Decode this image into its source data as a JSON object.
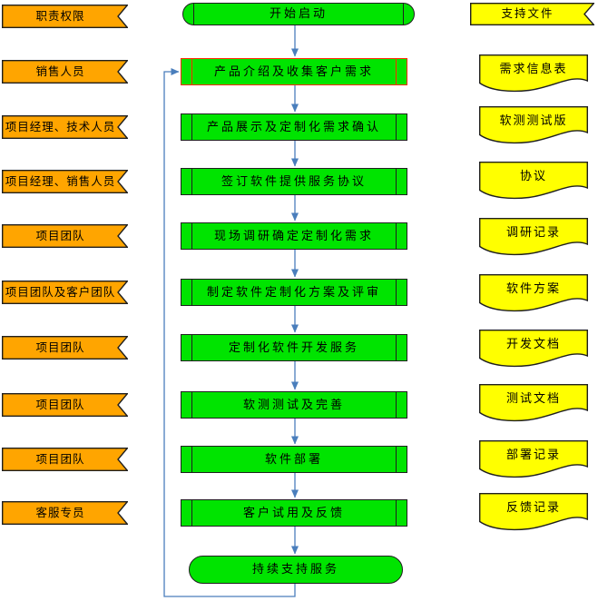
{
  "diagram": {
    "left_column": {
      "header": "职责权限",
      "items": [
        "销售人员",
        "项目经理、技术人员",
        "项目经理、销售人员",
        "项目团队",
        "项目团队及客户团队",
        "项目团队",
        "项目团队",
        "项目团队",
        "客服专员"
      ]
    },
    "process_column": {
      "start": "开始启动",
      "steps": [
        "产品介绍及收集客户需求",
        "产品展示及定制化需求确认",
        "签订软件提供服务协议",
        "现场调研确定定制化需求",
        "制定软件定制化方案及评审",
        "定制化软件开发服务",
        "软测测试及完善",
        "软件部署",
        "客户试用及反馈"
      ],
      "end": "持续支持服务"
    },
    "right_column": {
      "header": "支持文件",
      "documents": [
        "需求信息表",
        "软测测试版",
        "协议",
        "调研记录",
        "软件方案",
        "开发文档",
        "测试文档",
        "部署记录",
        "反馈记录"
      ]
    },
    "colors": {
      "role_fill": "#ffa500",
      "process_fill": "#00e400",
      "document_fill": "#ffff00",
      "shape_border": "#1f1f1f",
      "highlight_border": "#ff2a00",
      "connector": "#4a7ebc"
    }
  }
}
